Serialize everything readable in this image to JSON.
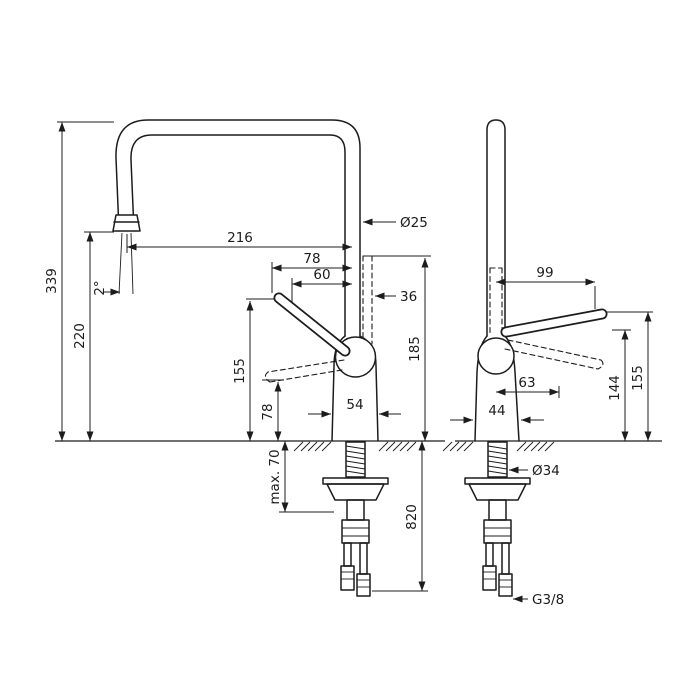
{
  "colors": {
    "line": "#1c1c1c",
    "background": "#ffffff"
  },
  "drawing": {
    "front_view": {
      "total_height": "339",
      "spout_outlet_height": "220",
      "spray_angle": "2°",
      "reach": "216",
      "handle_projection": "78",
      "handle_projection_open": "60",
      "spout_diameter": "Ø25",
      "handle_width": "36",
      "handle_tip_height": "155",
      "handle_low_height": "78",
      "handle_up_height": "185",
      "base_width": "54",
      "mounting_max": "max. 70",
      "hose_length": "820"
    },
    "side_view": {
      "handle_reach": "99",
      "handle_offset": "63",
      "body_height": "144",
      "handle_tip_height": "155",
      "base_width": "44",
      "shank_diameter": "Ø34",
      "connection_thread": "G3/8"
    }
  }
}
